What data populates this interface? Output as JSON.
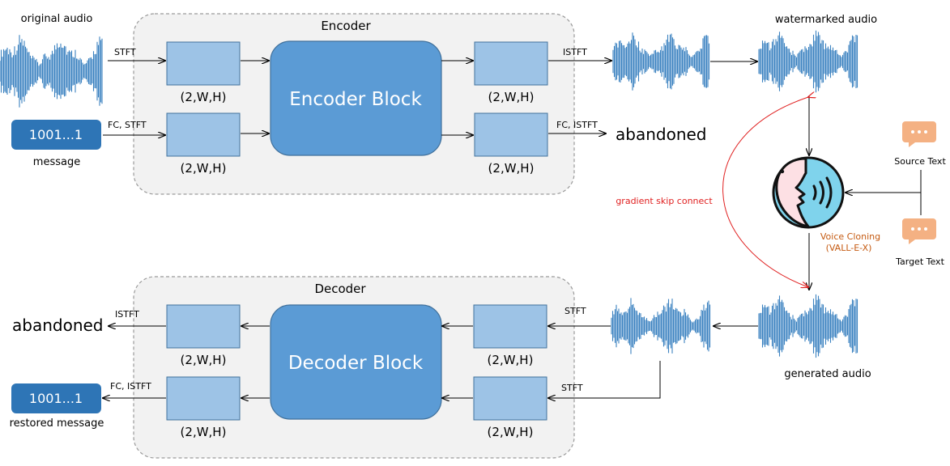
{
  "colors": {
    "panel_fill": "#f2f2f2",
    "panel_border": "#9a9a9a",
    "block_fill": "#5b9bd5",
    "block_border": "#41719c",
    "tensor_fill": "#9dc3e6",
    "tensor_border": "#41719c",
    "wave": "#3b82c0",
    "message_fill": "#2e75b6",
    "bubble_fill": "#f4b183",
    "red": "#e02020",
    "orange": "#c55a11",
    "face_fill": "#7fd3ec",
    "face_pink": "#fde0e4"
  },
  "icons": {
    "waveform": "waveform-icon",
    "voice_cloning": "speaking-head-icon",
    "text_bubble": "chat-bubble-icon"
  },
  "encoder": {
    "title": "Encoder",
    "block_label": "Encoder Block",
    "tensor_label": "(2,W,H)",
    "input_audio_label": "original audio",
    "input_message_value": "1001...1",
    "input_message_caption": "message",
    "stft_label": "STFT",
    "fc_stft_label": "FC, STFT",
    "istft_label": "ISTFT",
    "fc_istft_label": "FC, ISTFT",
    "output_audio_label": "watermarked audio",
    "abandoned_label": "abandoned"
  },
  "attack": {
    "voice_cloning_label": "Voice Cloning",
    "voice_cloning_model": "(VALL-E-X)",
    "source_text_label": "Source Text",
    "target_text_label": "Target Text",
    "gradient_label": "gradient skip connect",
    "generated_audio_label": "generated audio"
  },
  "decoder": {
    "title": "Decoder",
    "block_label": "Decoder Block",
    "tensor_label": "(2,W,H)",
    "stft_label": "STFT",
    "istft_label": "ISTFT",
    "fc_istft_label": "FC, ISTFT",
    "abandoned_label": "abandoned",
    "output_message_value": "1001...1",
    "output_message_caption": "restored message"
  }
}
